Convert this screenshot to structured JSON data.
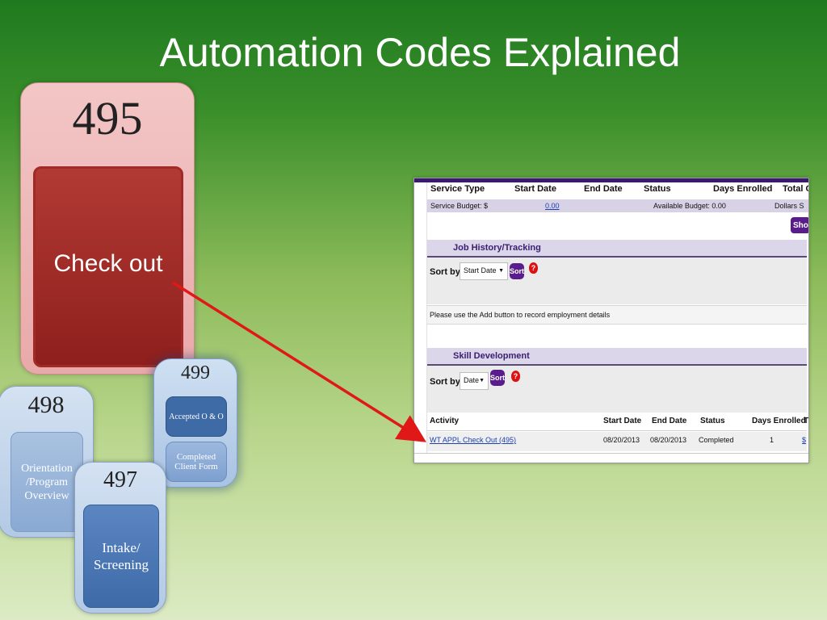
{
  "slide": {
    "title": "Automation Codes Explained"
  },
  "cards": {
    "c495": {
      "code": "495",
      "label": "Check out",
      "color": "#8e1f1c"
    },
    "c499": {
      "code": "499",
      "item1": "Accepted O & O",
      "item2_line1": "Completed",
      "item2_line2": "Client Form"
    },
    "c498": {
      "code": "498",
      "line1": "Orientation",
      "line2": "/Program",
      "line3": "Overview"
    },
    "c497": {
      "code": "497",
      "line1": "Intake/",
      "line2": "Screening"
    }
  },
  "screenshot": {
    "header": {
      "service_type": "Service Type",
      "start_date": "Start Date",
      "end_date": "End Date",
      "status": "Status",
      "days_enrolled": "Days Enrolled",
      "total_cost": "Total Co"
    },
    "budget": {
      "service_budget_label": "Service Budget: $",
      "service_budget_value": "0.00",
      "available_budget": "Available Budget: 0.00",
      "dollars": "Dollars S"
    },
    "show_button": "Show",
    "job_history": {
      "title": "Job History/Tracking",
      "sort_label": "Sort by:",
      "sort_value": "Start Date",
      "sort_button": "Sort",
      "note": "Please use the Add button to record employment details"
    },
    "skill_dev": {
      "title": "Skill Development",
      "sort_label": "Sort by:",
      "sort_value": "Date",
      "sort_button": "Sort"
    },
    "table": {
      "columns": [
        "Activity",
        "Start Date",
        "End Date",
        "Status",
        "Days Enrolled",
        "T"
      ],
      "row": {
        "activity": "WT APPL Check Out (495)",
        "start_date": "08/20/2013",
        "end_date": "08/20/2013",
        "status": "Completed",
        "days_enrolled": "1",
        "total": "$"
      }
    }
  },
  "colors": {
    "arrow": "#e01818",
    "accent_purple": "#5a1c8c"
  }
}
